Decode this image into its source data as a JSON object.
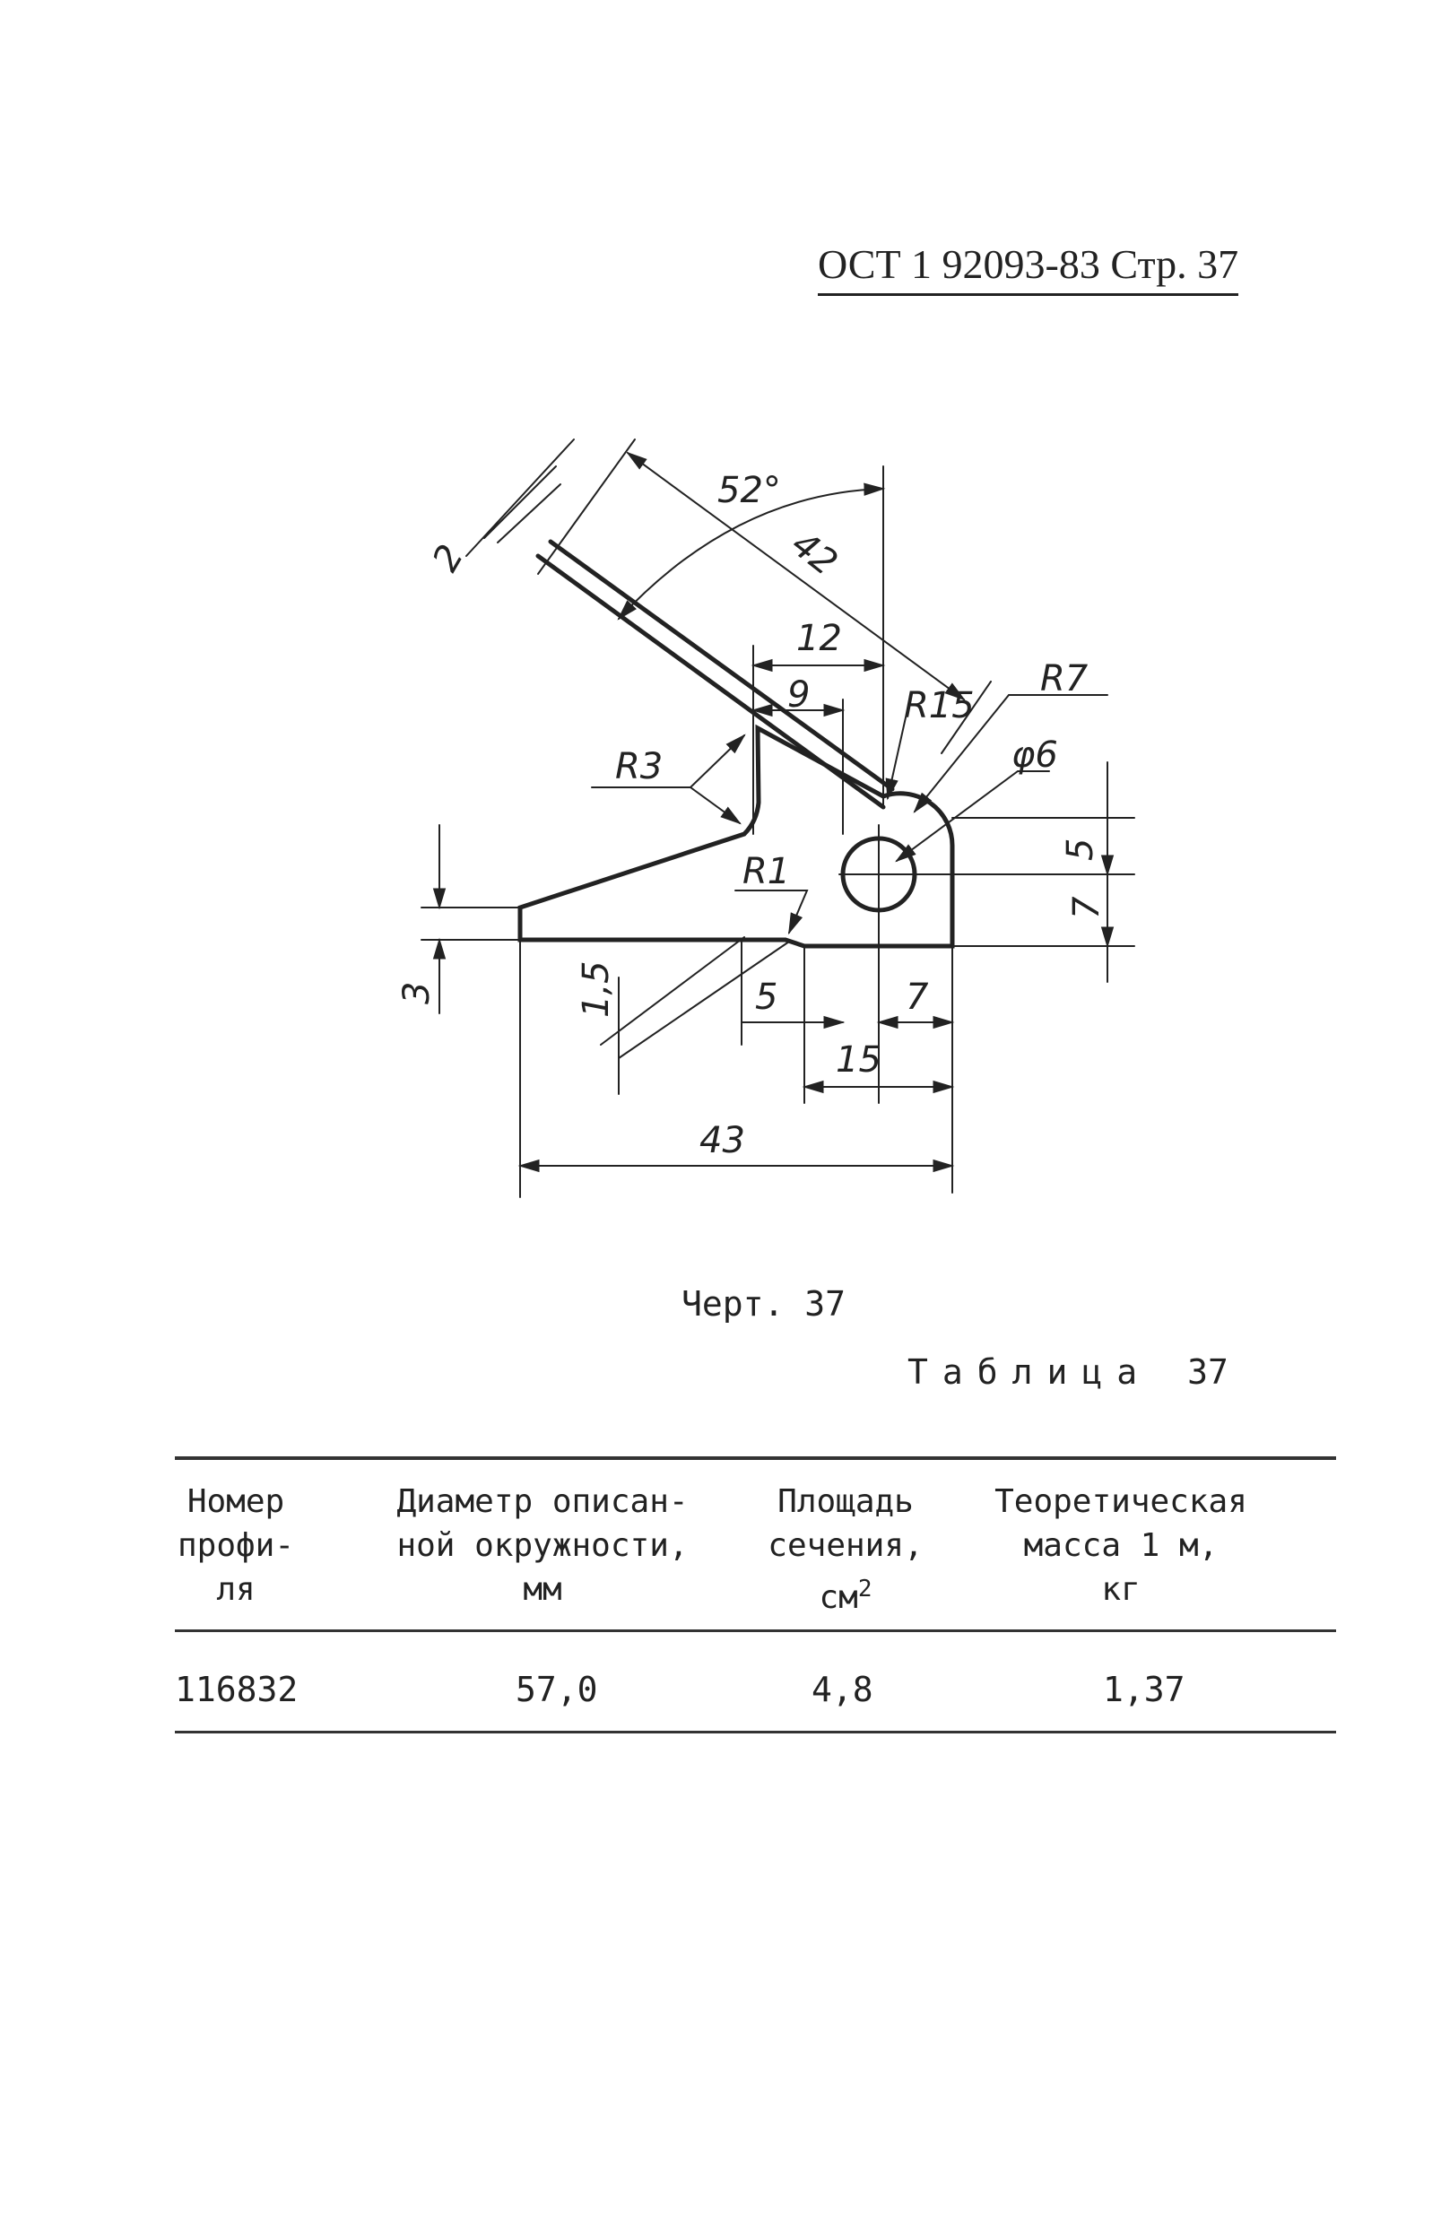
{
  "header": {
    "designation": "ОСТ 1 92093-83 Стр. 37"
  },
  "drawing": {
    "dimensions": {
      "angle": "52°",
      "length_42": "42",
      "thickness_2": "2",
      "dim_12": "12",
      "dim_9": "9",
      "radius_15": "R15",
      "radius_7": "R7",
      "hole_6": "φ6",
      "radius_3": "R3",
      "radius_1": "R1",
      "dim_5_right": "5",
      "dim_7_right": "7",
      "dim_3_left": "3",
      "dim_15_small": "1,5",
      "dim_5_bottom": "5",
      "dim_7_bottom": "7",
      "dim_15_bottom": "15",
      "dim_43": "43"
    },
    "caption": "Черт. 37"
  },
  "table": {
    "title": "Таблица",
    "number": "37",
    "headers": [
      [
        "Номер",
        "профи-",
        "ля"
      ],
      [
        "Диаметр описан-",
        "ной окружности,",
        "мм"
      ],
      [
        "Площадь",
        "сечения,",
        "см"
      ],
      [
        "Теоретическая",
        "масса 1 м,",
        "кг"
      ]
    ],
    "area_unit_superscript": "2",
    "rows": [
      {
        "profile": "116832",
        "diameter": "57,0",
        "area": "4,8",
        "mass": "1,37"
      }
    ]
  }
}
